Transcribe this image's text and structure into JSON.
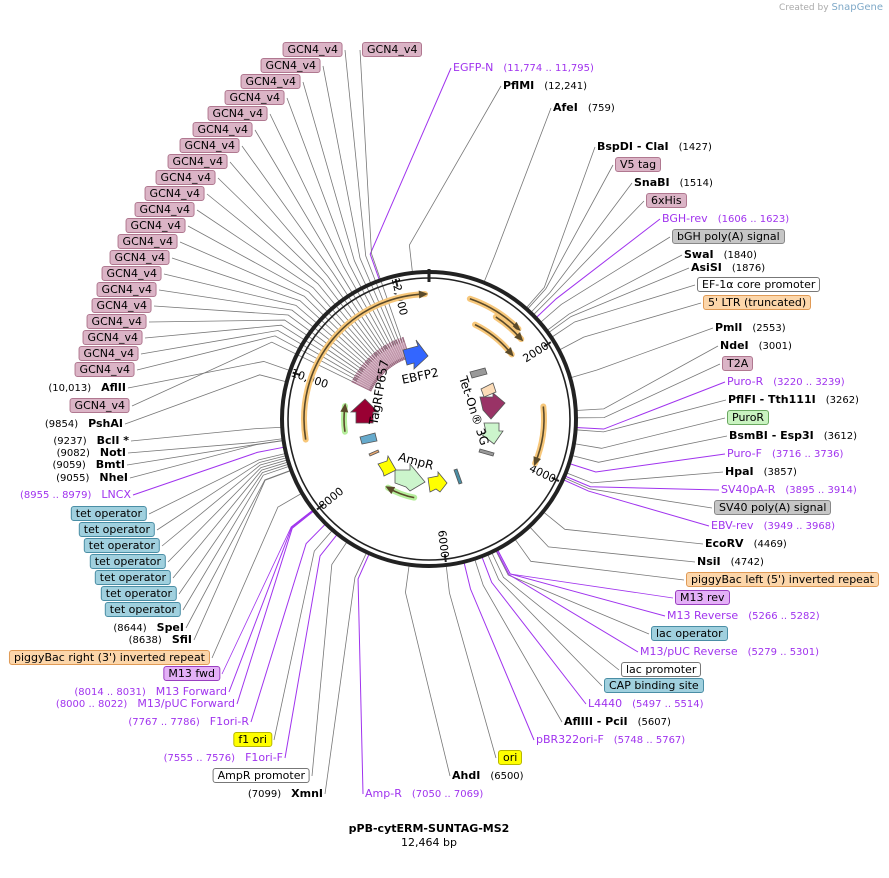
{
  "watermark": {
    "prefix": "Created by",
    "brand": "SnapGene"
  },
  "plasmid": {
    "name": "pPB-cytERM-SUNTAG-MS2",
    "size": "12,464 bp"
  },
  "ticks": [
    "2000",
    "4000",
    "6000",
    "8000",
    "10,000",
    "12,000"
  ],
  "inner_labels": {
    "ebfp2": "EBFP2",
    "tagrfp": "TagRFP657",
    "teton": "Tet-On® 3G",
    "ampr": "AmpR"
  },
  "colors": {
    "feature_pink": "#dbb4c6",
    "feature_gray": "#c6c6c6",
    "feature_orange": "#fcd6aa",
    "feature_green": "#c9f3c0",
    "feature_blue": "#a0d0de",
    "feature_yellow": "#ffff00",
    "primer_box": "#e4b0f7",
    "primer_text": "#a033ee",
    "backbone": "#222222"
  },
  "labels": [
    {
      "kind": "primer",
      "text": "EGFP-N",
      "loc": "(11,774 .. 11,795)"
    },
    {
      "kind": "enzyme",
      "text": "PflMI",
      "loc": "(12,241)"
    },
    {
      "kind": "enzyme",
      "text": "AfeI",
      "loc": "(759)"
    },
    {
      "kind": "enzyme",
      "text": "BspDI   - ClaI",
      "loc": "(1427)"
    },
    {
      "kind": "feature",
      "color": "pink",
      "text": "V5 tag"
    },
    {
      "kind": "enzyme",
      "text": "SnaBI",
      "loc": "(1514)"
    },
    {
      "kind": "feature",
      "color": "pink",
      "text": "6xHis"
    },
    {
      "kind": "primer",
      "text": "BGH-rev",
      "loc": "(1606 .. 1623)"
    },
    {
      "kind": "feature",
      "color": "gray",
      "text": "bGH poly(A) signal"
    },
    {
      "kind": "enzyme",
      "text": "SwaI",
      "loc": "(1840)"
    },
    {
      "kind": "enzyme",
      "text": "AsiSI",
      "loc": "(1876)"
    },
    {
      "kind": "feature",
      "color": "white",
      "text": "EF-1α core promoter"
    },
    {
      "kind": "feature",
      "color": "orange",
      "text": "5' LTR (truncated)"
    },
    {
      "kind": "enzyme",
      "text": "PmlI",
      "loc": "(2553)"
    },
    {
      "kind": "enzyme",
      "text": "NdeI",
      "loc": "(3001)"
    },
    {
      "kind": "feature",
      "color": "pink",
      "text": "T2A"
    },
    {
      "kind": "primer",
      "text": "Puro-R",
      "loc": "(3220 .. 3239)"
    },
    {
      "kind": "enzyme",
      "text": "PflFI   - Tth111I",
      "loc": "(3262)"
    },
    {
      "kind": "feature",
      "color": "green",
      "text": "PuroR"
    },
    {
      "kind": "enzyme",
      "text": "BsmBI   - Esp3I",
      "loc": "(3612)"
    },
    {
      "kind": "primer",
      "text": "Puro-F",
      "loc": "(3716 .. 3736)"
    },
    {
      "kind": "enzyme",
      "text": "HpaI",
      "loc": "(3857)"
    },
    {
      "kind": "primer",
      "text": "SV40pA-R",
      "loc": "(3895 .. 3914)"
    },
    {
      "kind": "feature",
      "color": "gray",
      "text": "SV40 poly(A) signal"
    },
    {
      "kind": "primer",
      "text": "EBV-rev",
      "loc": "(3949 .. 3968)"
    },
    {
      "kind": "enzyme",
      "text": "EcoRV",
      "loc": "(4469)"
    },
    {
      "kind": "enzyme",
      "text": "NsiI",
      "loc": "(4742)"
    },
    {
      "kind": "feature",
      "color": "orange",
      "text": "piggyBac left (5') inverted repeat"
    },
    {
      "kind": "feature",
      "color": "primer",
      "text": "M13 rev"
    },
    {
      "kind": "primer",
      "text": "M13 Reverse",
      "loc": "(5266 .. 5282)"
    },
    {
      "kind": "feature",
      "color": "blue",
      "text": "lac operator"
    },
    {
      "kind": "primer",
      "text": "M13/pUC Reverse",
      "loc": "(5279 .. 5301)"
    },
    {
      "kind": "feature",
      "color": "white",
      "text": "lac promoter"
    },
    {
      "kind": "feature",
      "color": "blue",
      "text": "CAP binding site"
    },
    {
      "kind": "primer",
      "text": "L4440",
      "loc": "(5497 .. 5514)"
    },
    {
      "kind": "enzyme",
      "text": "AflIII   - PciI",
      "loc": "(5607)"
    },
    {
      "kind": "primer",
      "text": "pBR322ori-F",
      "loc": "(5748 .. 5767)"
    },
    {
      "kind": "feature",
      "color": "yellow",
      "text": "ori"
    },
    {
      "kind": "enzyme",
      "text": "AhdI",
      "loc": "(6500)"
    },
    {
      "kind": "primer",
      "text": "Amp-R",
      "loc": "(7050 .. 7069)"
    },
    {
      "kind": "enzyme-l",
      "text": "XmnI",
      "loc": "(7099)"
    },
    {
      "kind": "feature",
      "color": "white",
      "text": "AmpR promoter"
    },
    {
      "kind": "primer-l",
      "text": "F1ori-F",
      "loc": "(7555 .. 7576)"
    },
    {
      "kind": "feature",
      "color": "yellow",
      "text": "f1 ori"
    },
    {
      "kind": "primer-l",
      "text": "F1ori-R",
      "loc": "(7767 .. 7786)"
    },
    {
      "kind": "primer-l",
      "text": "M13/pUC Forward",
      "loc": "(8000 .. 8022)"
    },
    {
      "kind": "primer-l",
      "text": "M13 Forward",
      "loc": "(8014 .. 8031)"
    },
    {
      "kind": "feature",
      "color": "primer",
      "text": "M13 fwd"
    },
    {
      "kind": "feature",
      "color": "orange",
      "text": "piggyBac right (3') inverted repeat"
    },
    {
      "kind": "enzyme-l",
      "text": "SfiI",
      "loc": "(8638)"
    },
    {
      "kind": "enzyme-l",
      "text": "SpeI",
      "loc": "(8644)"
    },
    {
      "kind": "feature",
      "color": "blue",
      "text": "tet operator"
    },
    {
      "kind": "feature",
      "color": "blue",
      "text": "tet operator"
    },
    {
      "kind": "feature",
      "color": "blue",
      "text": "tet operator"
    },
    {
      "kind": "feature",
      "color": "blue",
      "text": "tet operator"
    },
    {
      "kind": "feature",
      "color": "blue",
      "text": "tet operator"
    },
    {
      "kind": "feature",
      "color": "blue",
      "text": "tet operator"
    },
    {
      "kind": "feature",
      "color": "blue",
      "text": "tet operator"
    },
    {
      "kind": "primer-l",
      "text": "LNCX",
      "loc": "(8955 .. 8979)"
    },
    {
      "kind": "enzyme-l",
      "text": "NheI",
      "loc": "(9055)"
    },
    {
      "kind": "enzyme-l",
      "text": "BmtI",
      "loc": "(9059)"
    },
    {
      "kind": "enzyme-l",
      "text": "NotI",
      "loc": "(9082)"
    },
    {
      "kind": "enzyme-l",
      "text": "BclI *",
      "loc": "(9237)"
    },
    {
      "kind": "enzyme-l",
      "text": "PshAI",
      "loc": "(9854)"
    },
    {
      "kind": "feature",
      "color": "pink",
      "text": "GCN4_v4"
    },
    {
      "kind": "enzyme-l",
      "text": "AflII",
      "loc": "(10,013)"
    },
    {
      "kind": "feature",
      "color": "pink",
      "text": "GCN4_v4"
    },
    {
      "kind": "feature",
      "color": "pink",
      "text": "GCN4_v4"
    },
    {
      "kind": "feature",
      "color": "pink",
      "text": "GCN4_v4"
    },
    {
      "kind": "feature",
      "color": "pink",
      "text": "GCN4_v4"
    },
    {
      "kind": "feature",
      "color": "pink",
      "text": "GCN4_v4"
    },
    {
      "kind": "feature",
      "color": "pink",
      "text": "GCN4_v4"
    },
    {
      "kind": "feature",
      "color": "pink",
      "text": "GCN4_v4"
    },
    {
      "kind": "feature",
      "color": "pink",
      "text": "GCN4_v4"
    },
    {
      "kind": "feature",
      "color": "pink",
      "text": "GCN4_v4"
    },
    {
      "kind": "feature",
      "color": "pink",
      "text": "GCN4_v4"
    },
    {
      "kind": "feature",
      "color": "pink",
      "text": "GCN4_v4"
    },
    {
      "kind": "feature",
      "color": "pink",
      "text": "GCN4_v4"
    },
    {
      "kind": "feature",
      "color": "pink",
      "text": "GCN4_v4"
    },
    {
      "kind": "feature",
      "color": "pink",
      "text": "GCN4_v4"
    },
    {
      "kind": "feature",
      "color": "pink",
      "text": "GCN4_v4"
    },
    {
      "kind": "feature",
      "color": "pink",
      "text": "GCN4_v4"
    },
    {
      "kind": "feature",
      "color": "pink",
      "text": "GCN4_v4"
    },
    {
      "kind": "feature",
      "color": "pink",
      "text": "GCN4_v4"
    },
    {
      "kind": "feature",
      "color": "pink",
      "text": "GCN4_v4"
    },
    {
      "kind": "feature",
      "color": "pink",
      "text": "GCN4_v4"
    },
    {
      "kind": "feature",
      "color": "pink",
      "text": "GCN4_v4"
    },
    {
      "kind": "feature",
      "color": "pink",
      "text": "GCN4_v4"
    }
  ]
}
